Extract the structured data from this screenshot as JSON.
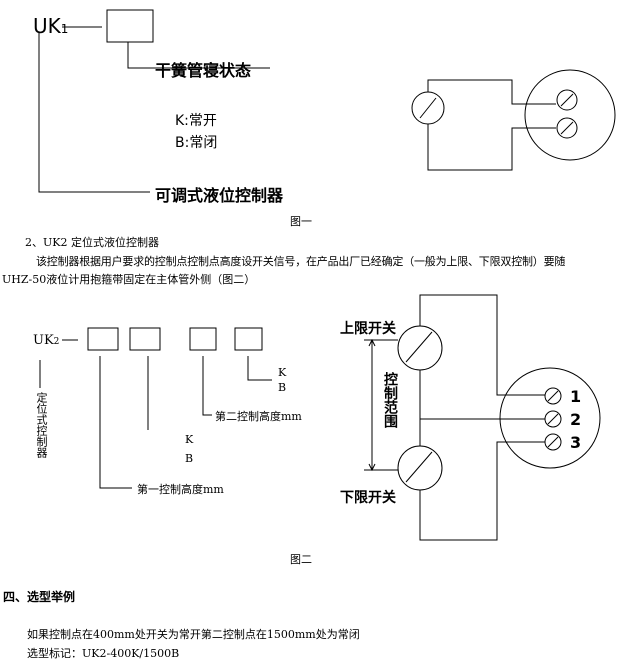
{
  "figure1": {
    "model": "UK",
    "model_sub": "1",
    "reed_state_label": "干簧管寝状态",
    "option_k": "K:常开",
    "option_b": "B:常闭",
    "adjustable_label": "可调式液位控制器",
    "caption": "图一"
  },
  "section2": {
    "heading": "2、UK2 定位式液位控制器",
    "para_line1": "该控制器根据用户要求的控制点控制点高度设开关信号，在产品出厂已经确定（一般为上限、下限双控制）要随",
    "para_line2": "UHZ-50液位计用抱箍带固定在主体管外侧（图二）"
  },
  "figure2": {
    "model": "UK",
    "model_sub": "2",
    "fixed_label": "定位式控制器",
    "first_height": "第一控制高度mm",
    "second_height": "第二控制高度mm",
    "k1": "K",
    "b1": "B",
    "k2": "K",
    "b2": "B",
    "upper_switch": "上限开关",
    "lower_switch": "下限开关",
    "range_label": "控制范围",
    "terminals": [
      "1",
      "2",
      "3"
    ],
    "caption": "图二"
  },
  "section4": {
    "heading": "四、选型举例",
    "example": "如果控制点在400mm处开关为常开第二控制点在1500mm处为常闭",
    "marking": "选型标记：UK2-400K/1500B"
  }
}
